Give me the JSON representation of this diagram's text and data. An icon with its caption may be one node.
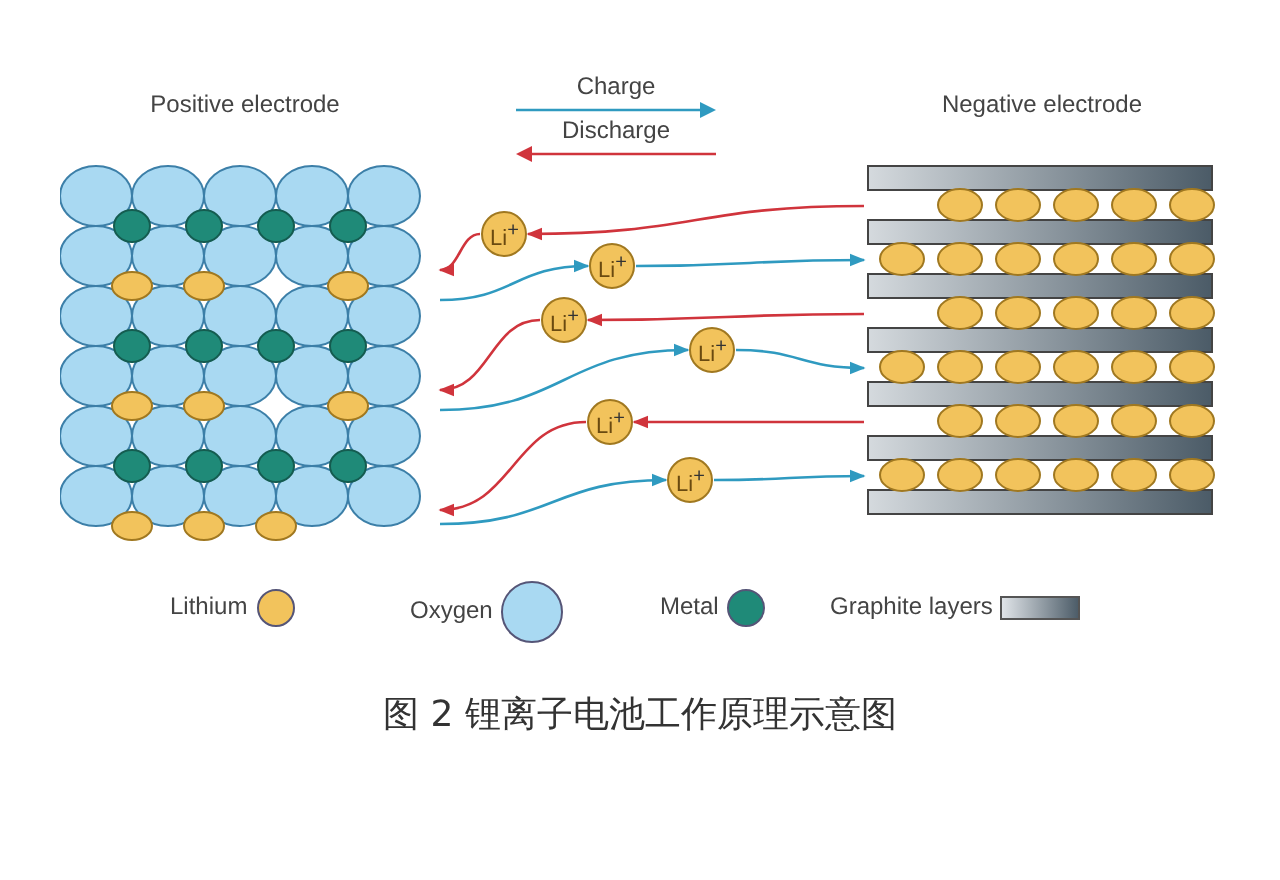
{
  "diagram": {
    "caption": "图 2 锂离子电池工作原理示意图",
    "nodes": [
      {
        "text": [
          "Positive electrode"
        ]
      },
      {
        "text": [
          "Negative electrode"
        ]
      },
      {
        "text": [
          "Li$^{+}$"
        ]
      },
      {
        "text": [
          "Li$^{+}$"
        ]
      },
      {
        "text": [
          "Li$^{+}$"
        ]
      },
      {
        "text": [
          "Li$^{+}$"
        ]
      },
      {
        "text": [
          "Li$^{+}$"
        ]
      },
      {
        "text": [
          "Li$^{+}$"
        ]
      }
    ],
    "edges": [
      {
        "from": 1,
        "to": 2,
        "arrow": "to",
        "color": "#d0343c"
      },
      {
        "from": 2,
        "to": 0,
        "arrow": "to",
        "color": "#d0343c"
      },
      {
        "from": 0,
        "to": 3,
        "arrow": "to",
        "color": "#2f9ac0"
      },
      {
        "from": 3,
        "to": 1,
        "arrow": "to",
        "color": "#2f9ac0"
      },
      {
        "from": 1,
        "to": 4,
        "arrow": "to",
        "color": "#d0343c"
      },
      {
        "from": 4,
        "to": 0,
        "arrow": "to",
        "color": "#d0343c"
      },
      {
        "from": 0,
        "to": 5,
        "arrow": "to",
        "color": "#2f9ac0"
      },
      {
        "from": 5,
        "to": 1,
        "arrow": "to",
        "color": "#2f9ac0"
      },
      {
        "from": 1,
        "to": 6,
        "arrow": "to",
        "color": "#d0343c"
      },
      {
        "from": 6,
        "to": 0,
        "arrow": "to",
        "color": "#d0343c"
      },
      {
        "from": 0,
        "to": 7,
        "arrow": "to",
        "color": "#2f9ac0"
      },
      {
        "from": 7,
        "to": 1,
        "arrow": "to",
        "color": "#2f9ac0"
      }
    ],
    "legend": [
      {
        "text": "Charge"
      },
      {
        "text": "Discharge"
      },
      {
        "text": "Lithium",
        "color": "#f2c35c"
      },
      {
        "text": "Oxygen",
        "color": "#a9d9f2"
      },
      {
        "text": "Metal",
        "color": "#1f8a78"
      },
      {
        "text": "Graphite layers"
      }
    ]
  }
}
